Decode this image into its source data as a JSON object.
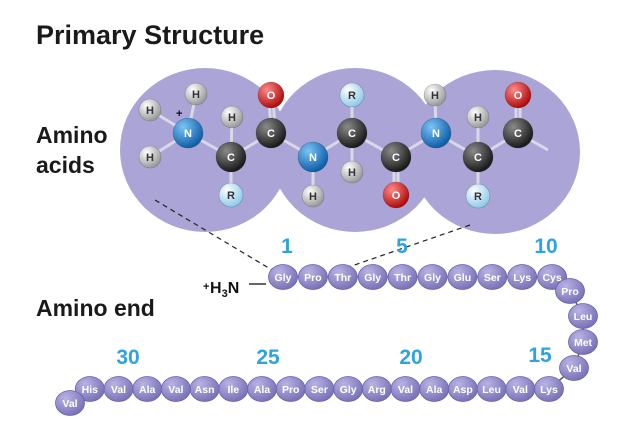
{
  "title": "Primary Structure",
  "labels": {
    "amino_acids_line1": "Amino",
    "amino_acids_line2": "acids",
    "amino_end": "Amino end",
    "n_terminus": "H3N",
    "n_terminus_charge": "+",
    "n_terminus_sub": "3"
  },
  "chain": [
    "Gly",
    "Pro",
    "Thr",
    "Gly",
    "Thr",
    "Gly",
    "Glu",
    "Ser",
    "Lys",
    "Cys",
    "Pro",
    "Leu",
    "Met",
    "Val",
    "Lys",
    "Val",
    "Leu",
    "Asp",
    "Ala",
    "Val",
    "Arg",
    "Gly",
    "Ser",
    "Pro",
    "Ala",
    "Ile",
    "Asn",
    "Val",
    "Ala",
    "Val",
    "His",
    "Val"
  ],
  "position_numbers": [
    "1",
    "5",
    "10",
    "15",
    "20",
    "25",
    "30"
  ],
  "molecule": {
    "atoms": [
      "H",
      "H",
      "H",
      "N",
      "H",
      "C",
      "R",
      "O",
      "C",
      "N",
      "H",
      "R",
      "C",
      "H",
      "C",
      "O",
      "N",
      "H",
      "H",
      "C",
      "R",
      "O",
      "C"
    ],
    "charge": "+"
  },
  "colors": {
    "residue_bead": "#8a84c6",
    "molecule_bg": "#aaa5d6",
    "number": "#2ea3e0",
    "nitrogen": "#1f78c8",
    "oxygen": "#d42020",
    "carbon": "#2b2b2b",
    "hydrogen": "#c8c8c8",
    "r_group": "#bfe3f5"
  }
}
